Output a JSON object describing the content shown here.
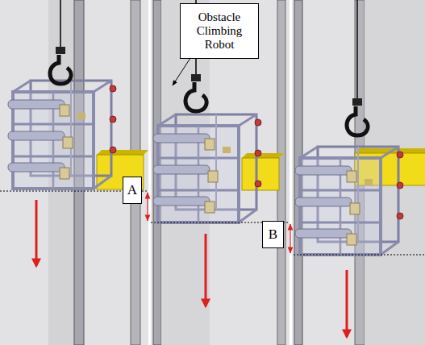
{
  "diagram": {
    "nodes": [
      {
        "text": [
          "Obstacle Climbing Robot"
        ]
      },
      {
        "text": [
          "A"
        ]
      },
      {
        "text": [
          "B"
        ]
      }
    ]
  }
}
